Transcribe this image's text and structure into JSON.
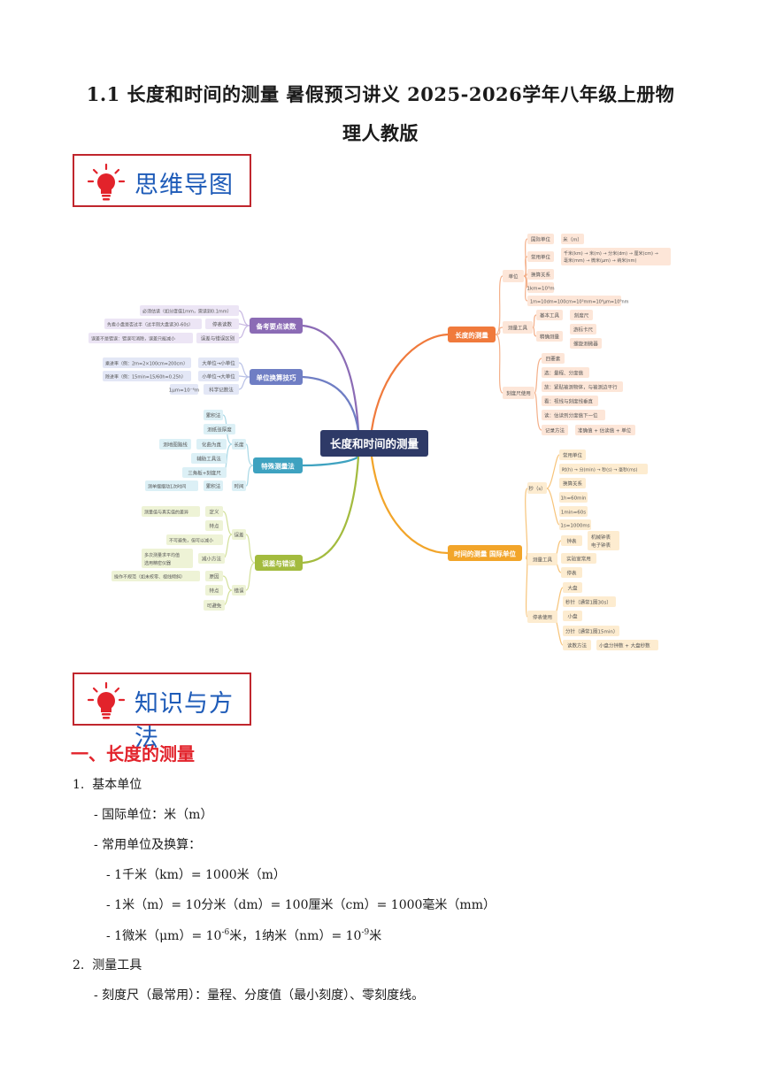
{
  "document": {
    "title_line1": "1.1 长度和时间的测量 暑假预习讲义 2025-2026学年八年级上册物",
    "title_line2": "理人教版",
    "banner_mindmap": "思维导图",
    "banner_methods": "知识与方法",
    "section_title": "一、长度的测量",
    "items": [
      {
        "num": "1.",
        "text": "基本单位"
      },
      {
        "text": "- 国际单位：米（m）"
      },
      {
        "text": "- 常用单位及换算："
      },
      {
        "text": "- 1千米（km）= 1000米（m）"
      },
      {
        "text": "- 1米（m）= 10分米（dm）= 100厘米（cm）= 1000毫米（mm）"
      },
      {
        "text_a": "- 1微米（μm）= 10",
        "sup_a": "-6",
        "text_b": "米，1纳米（nm）= 10",
        "sup_b": "-9",
        "text_c": "米"
      },
      {
        "num": "2.",
        "text": "测量工具"
      },
      {
        "text": "- 刻度尺（最常用）：量程、分度值（最小刻度）、零刻度线。"
      }
    ]
  },
  "mindmap": {
    "center": "长度和时间的测量",
    "colors": {
      "orange": "#f07a3c",
      "purple": "#8b6bb5",
      "violet": "#6f7ec4",
      "teal": "#3ea2c0",
      "olive": "#a3bb3e",
      "amber": "#f2a52a",
      "title_red": "#e2232b",
      "banner_border": "#c0262d",
      "banner_text": "#1e5bb8"
    },
    "right_branches": [
      {
        "label": "长度的测量",
        "children": [
          {
            "label": "单位",
            "children": [
              {
                "label": "国际单位",
                "children": [
                  "米（m）"
                ]
              },
              {
                "label": "常用单位",
                "children": [
                  "千米(km) → 米(m) → 分米(dm) → 厘米(cm) →",
                  "毫米(mm) → 微米(μm) → 纳米(nm)"
                ]
              },
              {
                "label": "换算关系",
                "children": []
              },
              {
                "label": "1km=10³m",
                "children": []
              },
              {
                "label": "1m=10dm=100cm=10³mm=10⁶μm=10⁹nm",
                "children": []
              }
            ]
          },
          {
            "label": "测量工具",
            "children": [
              {
                "label": "基本工具",
                "children": [
                  "刻度尺"
                ]
              },
              {
                "label": "精确测量",
                "children": [
                  "游标卡尺",
                  "螺旋测微器"
                ]
              }
            ]
          },
          {
            "label": "刻度尺使用",
            "children": [
              {
                "label": "四要素",
                "children": []
              },
              {
                "label": "选：量程、分度值",
                "children": []
              },
              {
                "label": "放：紧贴被测物体，与被测边平行",
                "children": []
              },
              {
                "label": "看：视线与刻度线垂直",
                "children": []
              },
              {
                "label": "读：估读到分度值下一位",
                "children": []
              },
              {
                "label": "记录方法",
                "children": [
                  "准确值 + 估读值 + 单位"
                ]
              }
            ]
          }
        ]
      },
      {
        "label": "时间的测量 国际单位",
        "children": [
          {
            "label": "秒（s）",
            "children": [
              {
                "label": "常用单位",
                "children": []
              },
              {
                "label": "时(h) → 分(min) → 秒(s) → 毫秒(ms)",
                "children": []
              },
              {
                "label": "换算关系",
                "children": []
              },
              {
                "label": "1h=60min",
                "children": []
              },
              {
                "label": "1min=60s",
                "children": []
              },
              {
                "label": "1s=1000ms",
                "children": []
              }
            ]
          },
          {
            "label": "测量工具",
            "children": [
              {
                "label": "钟表",
                "children": [
                  "机械钟表",
                  "电子钟表"
                ]
              },
              {
                "label": "实验室常用",
                "children": []
              },
              {
                "label": "停表",
                "children": []
              }
            ]
          },
          {
            "label": "停表使用",
            "children": [
              {
                "label": "大盘",
                "children": []
              },
              {
                "label": "秒针（通常1圈30s）",
                "children": []
              },
              {
                "label": "小盘",
                "children": []
              },
              {
                "label": "分针（通常1圈15min）",
                "children": []
              },
              {
                "label": "读数方法",
                "children": [
                  "小盘分钟数 + 大盘秒数"
                ]
              }
            ]
          }
        ]
      }
    ],
    "left_branches": [
      {
        "label": "备考要点读数",
        "rows": [
          {
            "text": "必须估读（如分度值1mm，需读到0.1mm）",
            "sub": ""
          },
          {
            "text": "先看小盘是否过半（过半则大盘读30-60s）",
            "sub": "停表读数"
          },
          {
            "text": "误差不是错误：错误可消除，误差只能减小",
            "sub": "误差与错误区别"
          }
        ]
      },
      {
        "label": "单位换算技巧",
        "rows": [
          {
            "text": "乘进率（例：2m=2×100cm=200cm）",
            "sub": "大单位→小单位"
          },
          {
            "text": "除进率（例：15min=15/60h=0.25h）",
            "sub": "小单位→大单位"
          },
          {
            "text": "1μm=10⁻⁶m",
            "sub": "科学记数法"
          }
        ]
      },
      {
        "label": "特殊测量法",
        "groups": [
          {
            "sub": "长度",
            "items": [
              "累积法",
              "测纸张厚度",
              "化曲为直",
              "辅助工具法",
              "三角板+刻度尺"
            ],
            "extra": "测地图路线"
          },
          {
            "sub": "时间",
            "items": [
              "累积法"
            ],
            "extra": "测单摆摆动1次时间"
          }
        ]
      },
      {
        "label": "误差与错误",
        "groups": [
          {
            "sub": "误差",
            "items": [
              "定义",
              "特点",
              "减小方法"
            ],
            "extra": [
              "测量值与真实值的差异",
              "不可避免，但可以减小",
              "多次测量求平均值",
              "选用精密仪器"
            ]
          },
          {
            "sub": "错误",
            "items": [
              "原因",
              "特点",
              "可避免"
            ],
            "extra": [
              "操作不规范（如未校零、视线倾斜）"
            ]
          }
        ]
      }
    ]
  }
}
